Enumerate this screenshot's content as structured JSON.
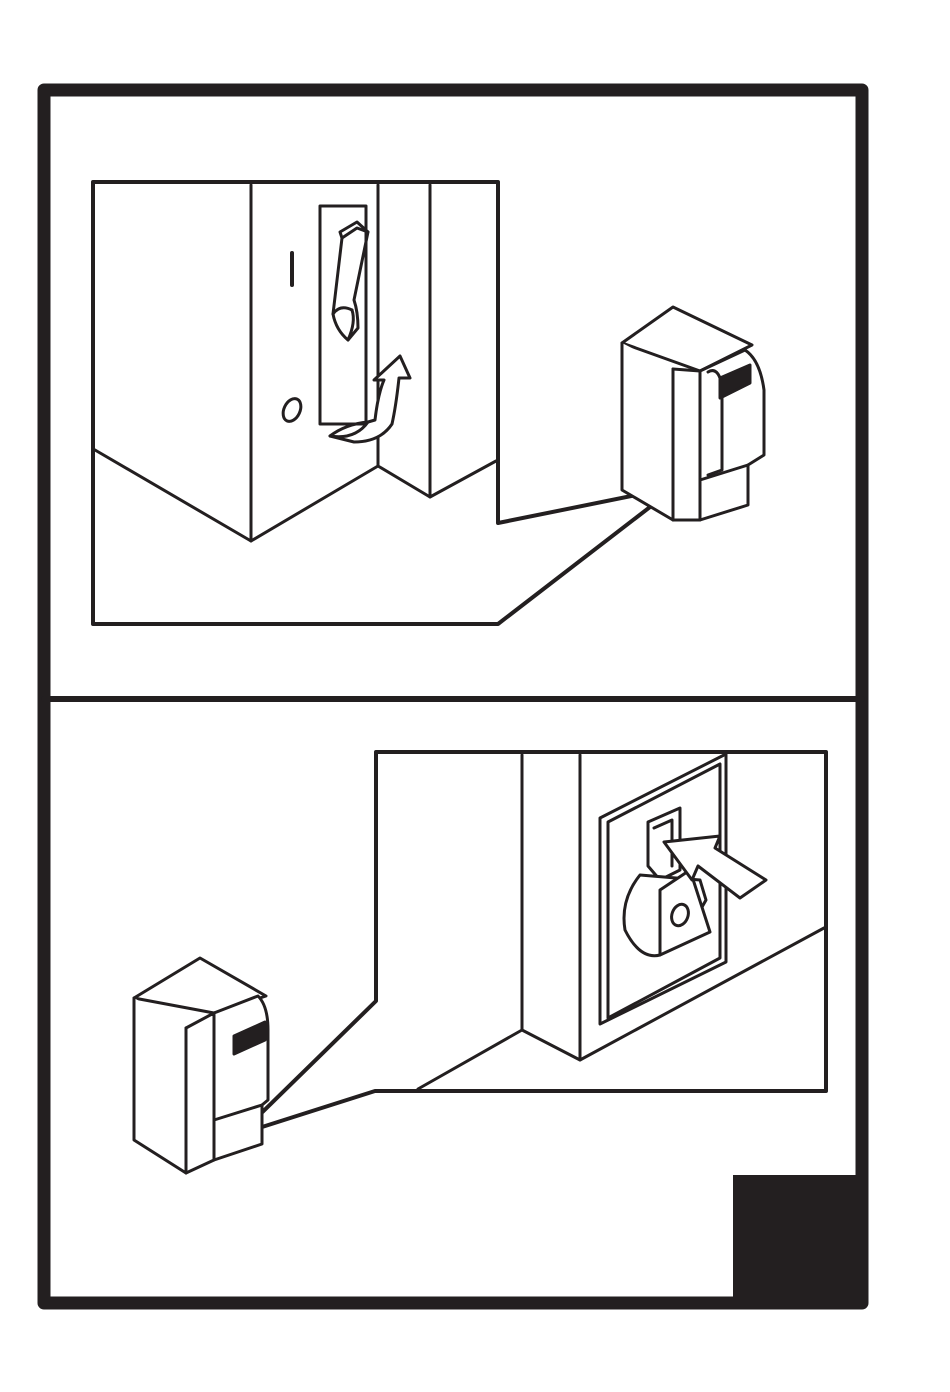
{
  "colors": {
    "ink": "#231f20",
    "paper": "#ffffff"
  },
  "panels": [
    {
      "name": "panel-top",
      "switch_position_mark_on": "I",
      "switch_position_mark_off": "O",
      "action": "switch-lever-pushed-up-to-on",
      "arrow_icon": "curved-up-arrow-icon"
    },
    {
      "name": "panel-bottom",
      "tag_mark": "O",
      "action": "press-button-to-lock-switch",
      "arrow_icon": "push-arrow-icon"
    }
  ]
}
